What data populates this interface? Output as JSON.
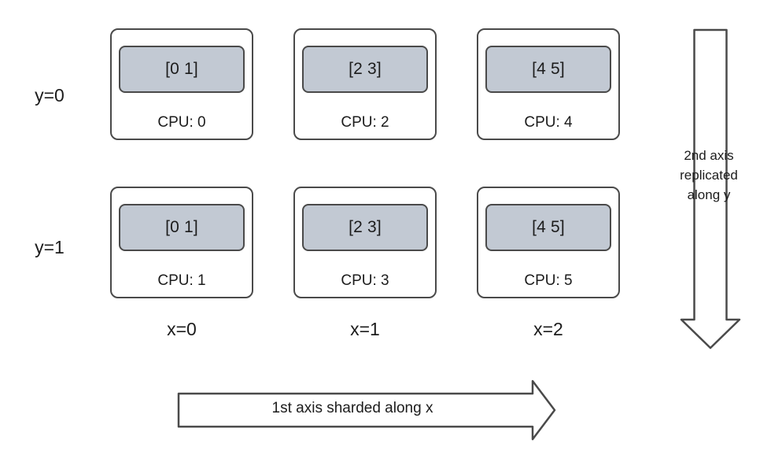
{
  "diagram": {
    "type": "mesh-sharding-diagram",
    "grid": {
      "row_labels": [
        "y=0",
        "y=1"
      ],
      "column_labels": [
        "x=0",
        "x=1",
        "x=2"
      ],
      "cells": [
        [
          {
            "shard": "[0 1]",
            "cpu": "CPU: 0"
          },
          {
            "shard": "[2 3]",
            "cpu": "CPU: 2"
          },
          {
            "shard": "[4 5]",
            "cpu": "CPU: 4"
          }
        ],
        [
          {
            "shard": "[0 1]",
            "cpu": "CPU: 1"
          },
          {
            "shard": "[2 3]",
            "cpu": "CPU: 3"
          },
          {
            "shard": "[4 5]",
            "cpu": "CPU: 5"
          }
        ]
      ]
    },
    "vertical_arrow": {
      "caption_lines": [
        "2nd axis",
        "replicated",
        "along y"
      ],
      "direction": "down"
    },
    "horizontal_arrow": {
      "caption": "1st axis sharded along x",
      "direction": "right"
    },
    "colors": {
      "stroke": "#4a4a4a",
      "shard_fill": "#c2c9d3",
      "card_fill": "#ffffff",
      "text": "#1c1c1c",
      "background": "#ffffff"
    }
  }
}
